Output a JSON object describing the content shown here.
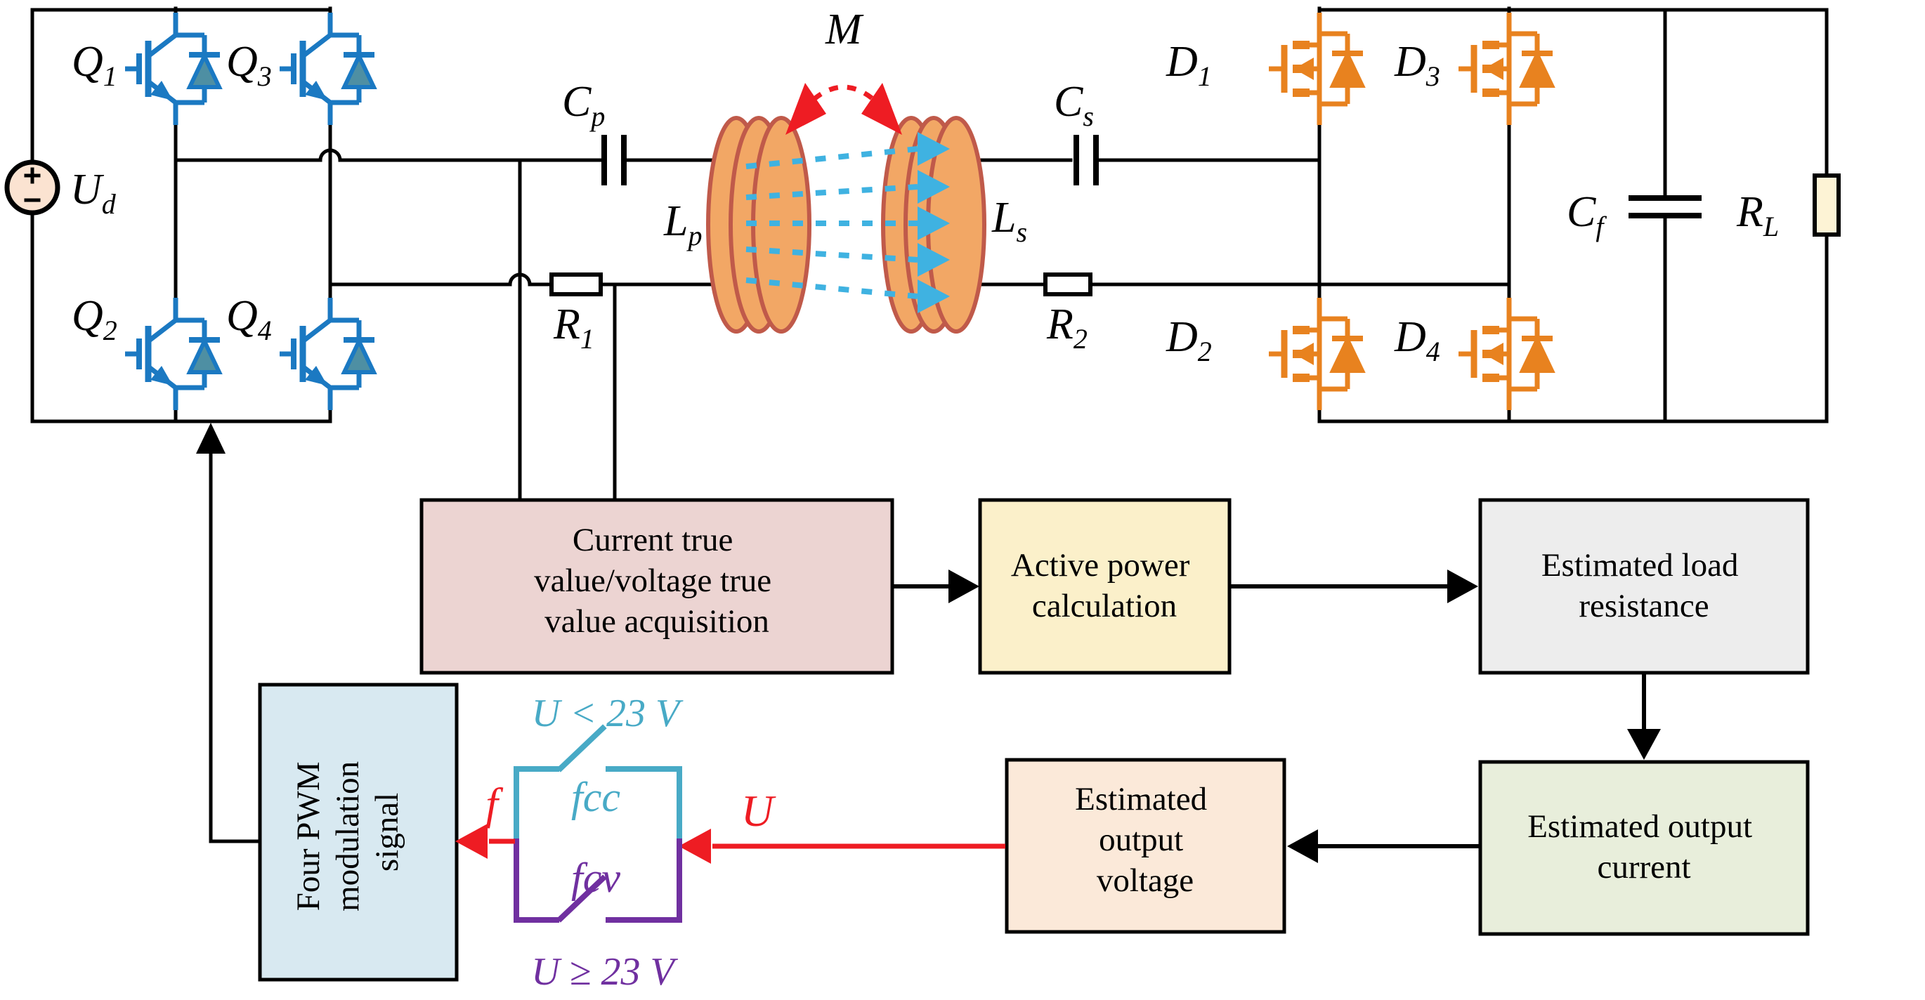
{
  "palette": {
    "wire_black": "#000000",
    "igbt_blue": "#1b79c2",
    "igbt_diode": "#4e8fa3",
    "mosfet_orange": "#e8821f",
    "coil_fill": "#f2a765",
    "coil_stroke": "#c05a4a",
    "flux_blue": "#3fb2e1",
    "accent_red": "#ee1c23",
    "fcc_teal": "#48aac6",
    "fcv_purple": "#7030a0",
    "source_fill": "#fbe3d1",
    "rl_fill": "#fdf3d5",
    "acq_fill": "#ecd4d2",
    "power_fill": "#fbf0ca",
    "loadres_fill": "#ededed",
    "outcur_fill": "#e8eedb",
    "outvol_fill": "#fbe9d9",
    "pwm_fill": "#d8e9f1"
  },
  "circuit": {
    "source": {
      "main": "U",
      "sub": "d"
    },
    "switches": [
      {
        "main": "Q",
        "sub": "1"
      },
      {
        "main": "Q",
        "sub": "2"
      },
      {
        "main": "Q",
        "sub": "3"
      },
      {
        "main": "Q",
        "sub": "4"
      }
    ],
    "diodes": [
      {
        "main": "D",
        "sub": "1"
      },
      {
        "main": "D",
        "sub": "2"
      },
      {
        "main": "D",
        "sub": "3"
      },
      {
        "main": "D",
        "sub": "4"
      }
    ],
    "cp": {
      "main": "C",
      "sub": "p"
    },
    "cs": {
      "main": "C",
      "sub": "s"
    },
    "lp": {
      "main": "L",
      "sub": "p"
    },
    "ls": {
      "main": "L",
      "sub": "s"
    },
    "r1": {
      "main": "R",
      "sub": "1"
    },
    "r2": {
      "main": "R",
      "sub": "2"
    },
    "cf": {
      "main": "C",
      "sub": "f"
    },
    "rl": {
      "main": "R",
      "sub": "L"
    },
    "mutual": "M"
  },
  "flow": {
    "acquisition": {
      "lines": [
        "Current true",
        "value/voltage true",
        "value acquisition"
      ]
    },
    "active_power": {
      "lines": [
        "Active power",
        "calculation"
      ]
    },
    "load_resistance": {
      "lines": [
        "Estimated load",
        "resistance"
      ]
    },
    "output_current": {
      "lines": [
        "Estimated output",
        "current"
      ]
    },
    "output_voltage": {
      "lines": [
        "Estimated",
        "output",
        "voltage"
      ]
    },
    "pwm": {
      "lines": [
        "Four PWM",
        "modulation",
        "signal"
      ]
    },
    "selector": {
      "fcc": "fcc",
      "fcv": "fcv",
      "cond_cc": "U < 23 V",
      "cond_cv": "U ≥ 23 V",
      "freq": "f",
      "voltage": "U"
    }
  }
}
